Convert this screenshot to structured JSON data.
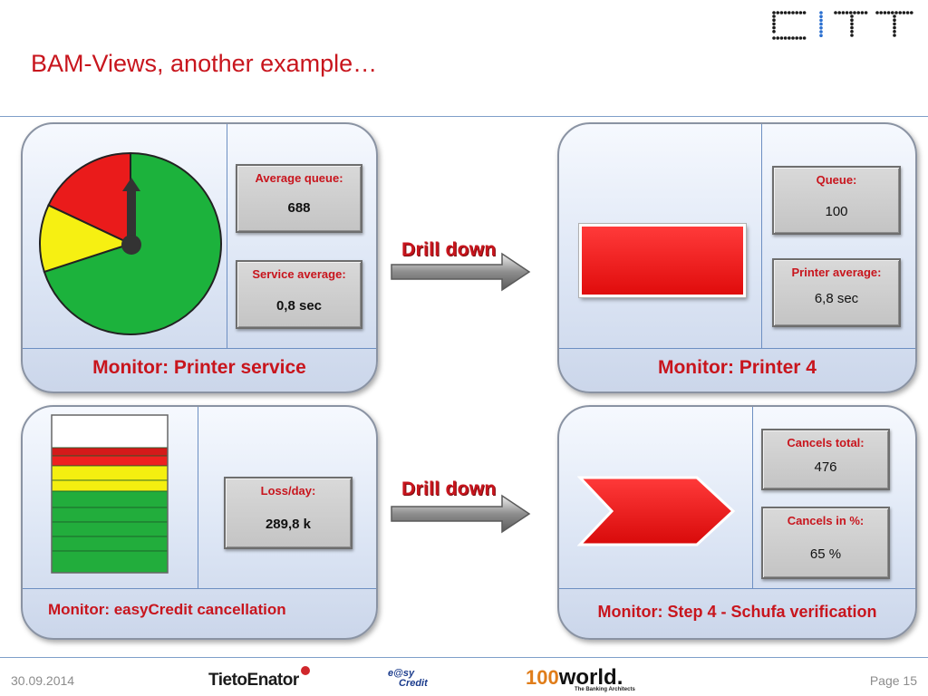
{
  "slide": {
    "title": "BAM-Views, another example…",
    "logo_text": "CITT"
  },
  "panels": {
    "printer_service": {
      "label": "Monitor: Printer service",
      "pie_slices": [
        {
          "name": "green",
          "color": "#1cb23c",
          "value": 0.7
        },
        {
          "name": "yellow",
          "color": "#f6f012",
          "value": 0.12
        },
        {
          "name": "red",
          "color": "#ea1b1b",
          "value": 0.18
        }
      ],
      "needle_value": 0.0,
      "kpis": [
        {
          "label": "Average queue:",
          "value": "688"
        },
        {
          "label": "Service average:",
          "value": "0,8 sec"
        }
      ]
    },
    "printer_4": {
      "label": "Monitor: Printer 4",
      "kpis": [
        {
          "label": "Queue:",
          "value": "100"
        },
        {
          "label": "Printer average:",
          "value": "6,8 sec"
        }
      ]
    },
    "easycredit": {
      "label": "Monitor: easyCredit cancellation",
      "kpis": [
        {
          "label": "Loss/day:",
          "value": "289,8 k"
        }
      ]
    },
    "step4": {
      "label": "Monitor: Step 4 - Schufa verification",
      "kpis": [
        {
          "label": "Cancels total:",
          "value": "476"
        },
        {
          "label": "Cancels in %:",
          "value": "65 %"
        }
      ]
    }
  },
  "drill": {
    "top": "Drill down",
    "bottom": "Drill down"
  },
  "footer": {
    "date": "30.09.2014",
    "logo_tieto": "TietoEnator",
    "logo_easy_small": "e@sy",
    "logo_easy_credit": "Credit",
    "logo_100": "100",
    "logo_world": "world.",
    "logo_world_tag": "The Banking Architects",
    "page": "Page 15"
  },
  "colors": {
    "accent_red": "#c8151d",
    "panel_border": "#8a93a3",
    "divider_blue": "#6d8fc2"
  }
}
